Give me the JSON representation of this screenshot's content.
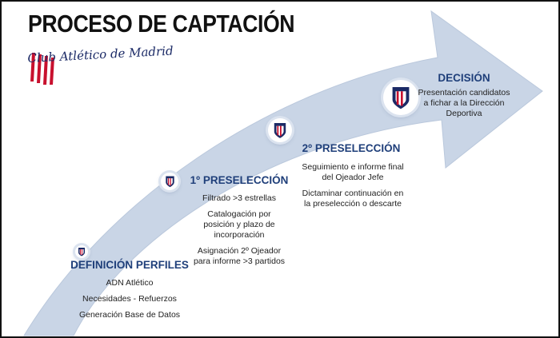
{
  "title": "PROCESO DE CAPTACIÓN",
  "logo": {
    "text": "Club Atlético de Madrid"
  },
  "colors": {
    "arrow": "#c9d5e6",
    "title": "#1f3f7a",
    "logo_red": "#c8102e",
    "logo_blue": "#1b2a66"
  },
  "stages": [
    {
      "title": "DEFINICIÓN PERFILES",
      "items": [
        "ADN Atlético",
        "Necesidades - Refuerzos",
        "Generación Base de Datos"
      ],
      "icon": "club-crest-icon"
    },
    {
      "title": "1º PRESELECCIÓN",
      "items": [
        "Filtrado >3 estrellas",
        "Catalogación por posición y plazo de incorporación",
        "Asignación 2º Ojeador para informe >3 partidos"
      ],
      "icon": "club-crest-icon"
    },
    {
      "title": "2º PRESELECCIÓN",
      "items": [
        "Seguimiento e informe final del Ojeador Jefe",
        "Dictaminar continuación en la preselección o descarte"
      ],
      "icon": "club-crest-icon"
    },
    {
      "title": "DECISIÓN",
      "items": [
        "Presentación candidatos a fichar a la Dirección Deportiva"
      ],
      "icon": "club-crest-icon"
    }
  ]
}
